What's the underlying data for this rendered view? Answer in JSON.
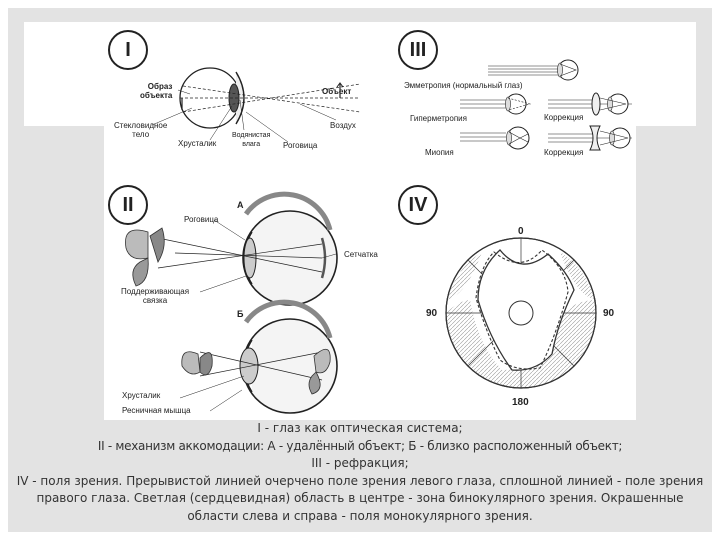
{
  "panels": {
    "I": {
      "numeral": "I",
      "labels": {
        "image": "Образ\nобъекта",
        "object": "Объект",
        "vitreous": "Стекловидное\nтело",
        "lens": "Хрусталик",
        "aqueous": "Водянистая\nвлага",
        "cornea": "Роговица",
        "air": "Воздух"
      }
    },
    "II": {
      "numeral": "II",
      "labels": {
        "a": "А",
        "b": "Б",
        "cornea": "Роговица",
        "retina": "Сетчатка",
        "ligament": "Поддерживающая\nсвязка",
        "lens": "Хрусталик",
        "ciliary": "Ресничная мышца"
      }
    },
    "III": {
      "numeral": "III",
      "labels": {
        "emmetropia": "Эмметропия (нормальный глаз)",
        "hypermetropia": "Гиперметропия",
        "myopia": "Миопия",
        "correction1": "Коррекция",
        "correction2": "Коррекция"
      }
    },
    "IV": {
      "numeral": "IV",
      "labels": {
        "top": "0",
        "left": "90",
        "right": "90",
        "bottom": "180"
      }
    }
  },
  "caption": {
    "line1": "I - глаз как оптическая система;",
    "line2": "II - механизм аккомодации: А - удалённый объект; Б - близко расположенный объект;",
    "line3": "III - рефракция;",
    "line4": "IV - поля зрения. Прерывистой линией очерчено поле зрения левого глаза, сплошной линией - поле зрения правого глаза. Светлая (сердцевидная) область в центре - зона бинокулярного зрения. Окрашенные области слева и справа - поля монокулярного зрения."
  }
}
